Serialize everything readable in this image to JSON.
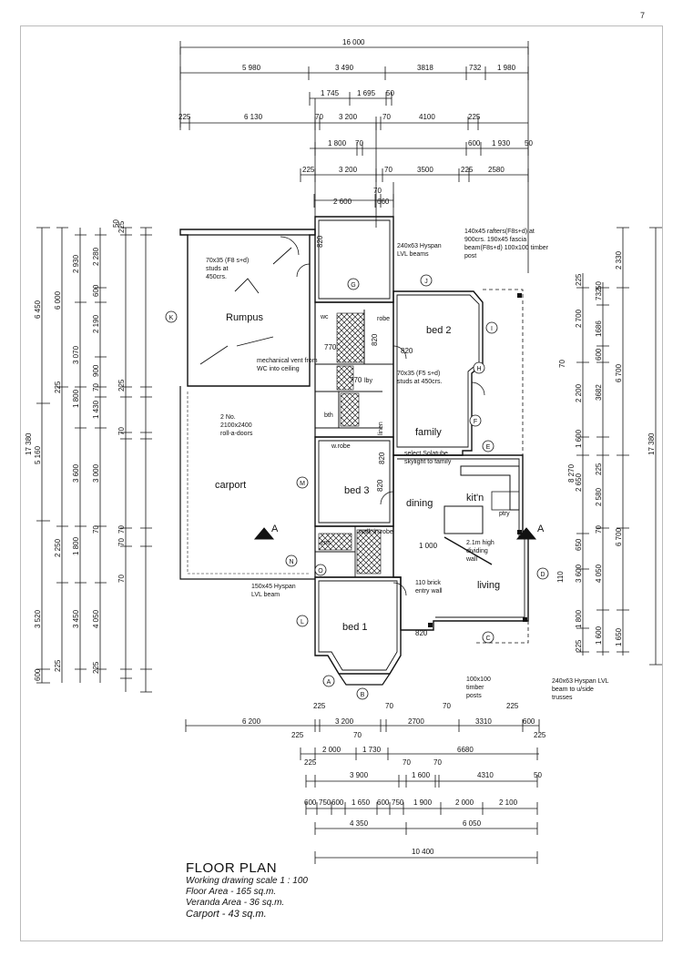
{
  "page_number": "7",
  "title": "FLOOR PLAN",
  "title_lines": [
    "Working drawing scale 1 : 100",
    "Floor Area - 165 sq.m.",
    "Veranda Area - 36 sq.m.",
    "Carport - 43 sq.m."
  ],
  "rooms": {
    "rumpus": "Rumpus",
    "carport": "carport",
    "bed1": "bed 1",
    "bed2": "bed 2",
    "bed3": "bed 3",
    "family": "family",
    "dining": "dining",
    "kitchen": "kit'n",
    "living": "living"
  },
  "small_labels": {
    "robe1": "robe",
    "robe2": "w.robe",
    "robe3": "walk-in robe",
    "bath": "bth",
    "linen": "linen",
    "pantry": "ptry",
    "wc": "wc",
    "ens": "ens",
    "lby": "lby"
  },
  "notes": {
    "rumpus_studs": "70x35 (F8 s+d) studs at 450crs.",
    "hyspan_top": "240x63 Hyspan LVL beams",
    "rafters": "140x45 rafters(F8s+d) at 900crs. 190x45 fascia beam(F8s+d) 100x100 timber post",
    "vent": "mechanical vent from WC into ceiling",
    "studs_mid": "70x35 (F5 s+d) studs at 450crs.",
    "doors": "2 No. 2100x2400 roll-a-doors",
    "skylight": "select Solatube skylight to family",
    "dividing": "2.1m high dividing wall",
    "entry": "110 brick entry wall",
    "hyspan_low": "150x45 Hyspan LVL beam",
    "posts": "100x100 timber posts",
    "hyspan_right": "240x63 Hyspan LVL beam to u/side trusses"
  },
  "top_dims": {
    "overall": "16 000",
    "r1": [
      "5 980",
      "3 490",
      "3818",
      "732",
      "1 980"
    ],
    "r2": [
      "1 745",
      "1 695",
      "50"
    ],
    "r3": [
      "225",
      "6 130",
      "70",
      "3 200",
      "70",
      "4100",
      "225"
    ],
    "r4": [
      "1 800",
      "70",
      "600",
      "1 930",
      "50"
    ],
    "r5": [
      "225",
      "3 200",
      "70",
      "3500",
      "225",
      "2580"
    ],
    "r6": [
      "2 600",
      "70",
      "660"
    ]
  },
  "bottom_dims": {
    "r1": [
      "225",
      "70",
      "70",
      "225"
    ],
    "r2": [
      "6 200",
      "3 200",
      "2700",
      "3310",
      "600"
    ],
    "r3": [
      "225",
      "70",
      "225"
    ],
    "r4": [
      "2 000",
      "1 730",
      "6680"
    ],
    "r5": [
      "225",
      "70",
      "70"
    ],
    "r6": [
      "3 900",
      "1 600",
      "4310",
      "50"
    ],
    "r7": [
      "600",
      "750",
      "600",
      "1 650",
      "600",
      "750",
      "1 900",
      "2 000",
      "2 100"
    ],
    "r8": [
      "4 350",
      "6 050"
    ],
    "overall": "10 400"
  },
  "left_dims": {
    "c1": [
      "6 450",
      "5 160",
      "3 520",
      "600"
    ],
    "c2": [
      "6 000",
      "225",
      "2 250",
      "225"
    ],
    "c3": [
      "2 930",
      "3 070",
      "1 800",
      "3 600",
      "1 800",
      "3 450"
    ],
    "c4": [
      "2 280",
      "600",
      "2 190",
      "900",
      "70",
      "1 430",
      "3 000",
      "70",
      "4 050",
      "225"
    ],
    "c5": [
      "50",
      "225",
      "225",
      "70",
      "70",
      "70",
      "70"
    ],
    "overall": "17 380"
  },
  "right_dims": {
    "c1": [
      "225",
      "2 700",
      "2 200",
      "1 600",
      "2 650",
      "650",
      "3 600",
      "1 800",
      "225"
    ],
    "c2": [
      "50",
      "732",
      "1686",
      "600",
      "3682",
      "225",
      "2 580",
      "70",
      "4 050",
      "1 600"
    ],
    "c3": [
      "2 330",
      "6 700",
      "6 700",
      "1 650"
    ],
    "c4": [
      "70",
      "8 270",
      "110"
    ],
    "overall": "17 380"
  },
  "markers": [
    "A",
    "B",
    "C",
    "D",
    "E",
    "F",
    "G",
    "H",
    "I",
    "J",
    "K",
    "L",
    "M",
    "N",
    "O"
  ],
  "section": "A",
  "inline_dims": [
    "820",
    "770",
    "770",
    "820",
    "820",
    "820",
    "1 000",
    "820",
    "820"
  ]
}
